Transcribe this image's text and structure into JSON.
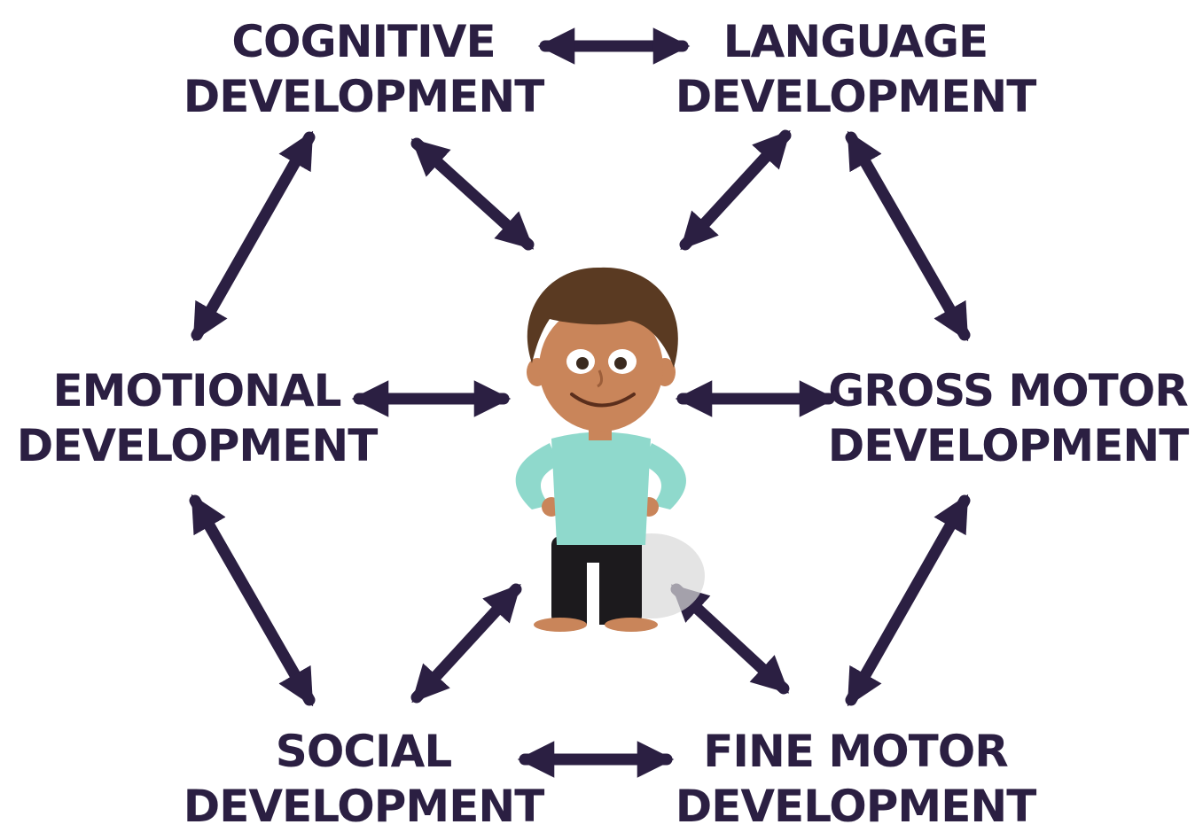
{
  "nodes": {
    "cognitive": {
      "line1": "COGNITIVE",
      "line2": "DEVELOPMENT"
    },
    "language": {
      "line1": "LANGUAGE",
      "line2": "DEVELOPMENT"
    },
    "emotional": {
      "line1": "EMOTIONAL",
      "line2": "DEVELOPMENT"
    },
    "gross_motor": {
      "line1": "GROSS MOTOR",
      "line2": "DEVELOPMENT"
    },
    "social": {
      "line1": "SOCIAL",
      "line2": "DEVELOPMENT"
    },
    "fine_motor": {
      "line1": "FINE MOTOR",
      "line2": "DEVELOPMENT"
    }
  },
  "colors": {
    "text": "#2b1f42",
    "arrow": "#2b1f42",
    "shirt": "#8fd9cc",
    "pants": "#1c1a1d",
    "skin": "#c9855a",
    "hair": "#5a3a22"
  },
  "icons": {
    "child": "child-figure-icon",
    "arrow": "double-headed-arrow-icon"
  }
}
